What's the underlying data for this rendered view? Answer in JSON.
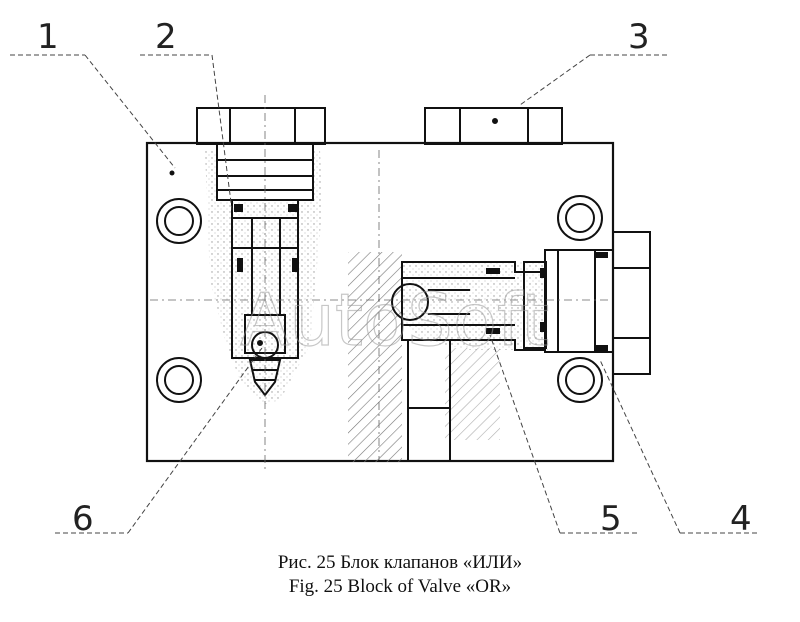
{
  "callouts": [
    {
      "id": "1",
      "label": "1"
    },
    {
      "id": "2",
      "label": "2"
    },
    {
      "id": "3",
      "label": "3"
    },
    {
      "id": "4",
      "label": "4"
    },
    {
      "id": "5",
      "label": "5"
    },
    {
      "id": "6",
      "label": "6"
    }
  ],
  "caption": {
    "ru": "Рис. 25 Блок клапанов «ИЛИ»",
    "en": "Fig. 25 Block of Valve «OR»"
  },
  "watermark": "AutoSoft"
}
